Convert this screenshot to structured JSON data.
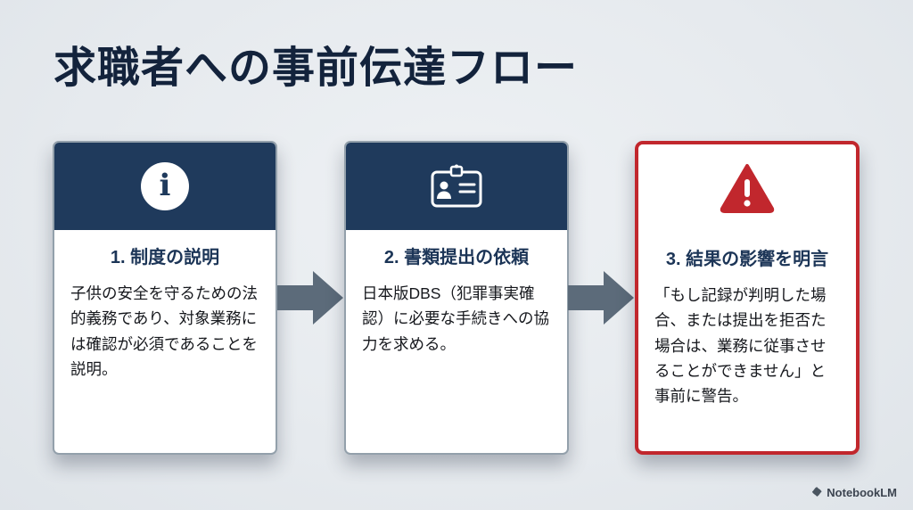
{
  "slide": {
    "title": "求職者への事前伝達フロー"
  },
  "cards": [
    {
      "icon": "info-icon",
      "step_title": "1. 制度の説明",
      "body": "子供の安全を守るための法的義務であり、対象業務には確認が必須であることを説明。"
    },
    {
      "icon": "id-card-icon",
      "step_title": "2. 書類提出の依頼",
      "body": "日本版DBS（犯罪事実確認）に必要な手続きへの協力を求める。"
    },
    {
      "icon": "warning-icon",
      "step_title": "3. 結果の影響を明言",
      "body": "「もし記録が判明した場合、または提出を拒否た場合は、業務に従事させることができません」と事前に警告。"
    }
  ],
  "footer": {
    "brand": "NotebookLM"
  },
  "colors": {
    "background": "#e7ebee",
    "navy": "#1f3a5c",
    "alert_red": "#c1272d",
    "arrow_gray": "#5c6b7a",
    "title_text": "#13233c"
  }
}
